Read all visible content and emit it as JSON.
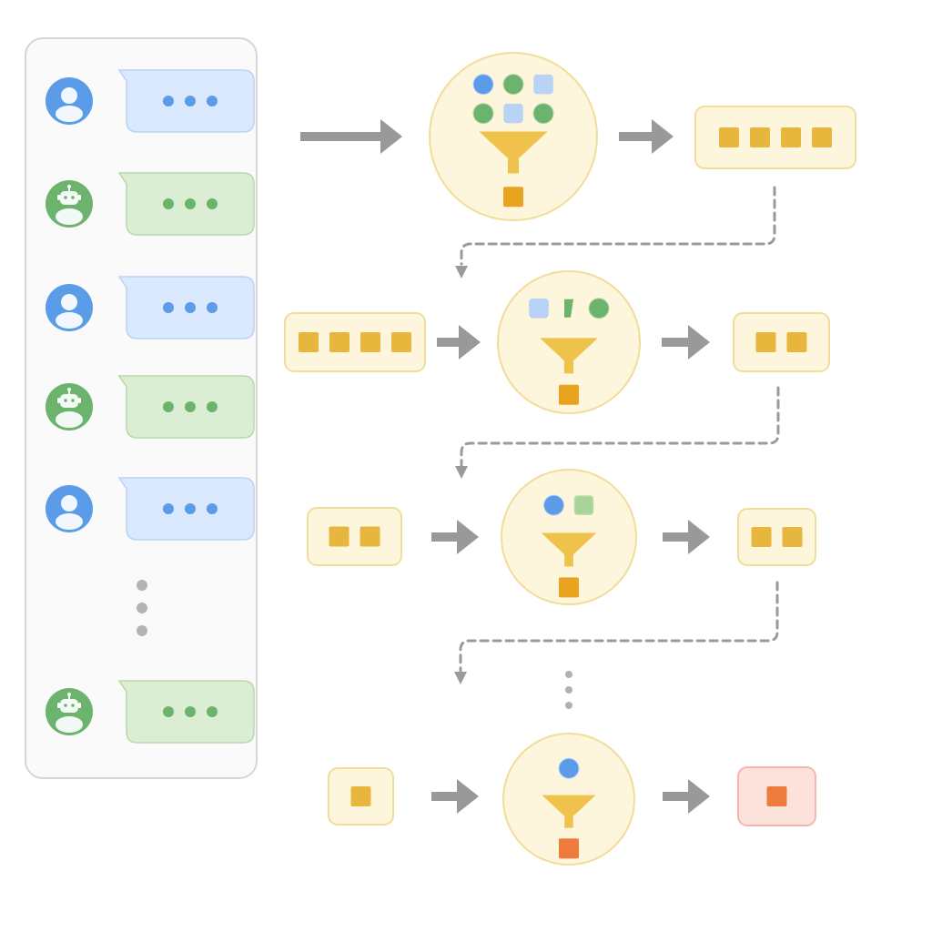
{
  "colors": {
    "user_fill": "#5b9ce8",
    "user_light": "#dbe9ff",
    "user_border": "#b9d2f5",
    "assistant_fill": "#6cb46e",
    "assistant_light": "#dbeed3",
    "assistant_border": "#b7d9ab",
    "panel_bg": "#fafafa",
    "panel_border": "#d6d6d6",
    "filter_bg": "#fdf5dc",
    "filter_border": "#f1dd9a",
    "funnel": "#efc24c",
    "token": "#e6b73c",
    "token_out": "#e8a420",
    "final_token": "#ee7a3e",
    "final_bg": "#fde2dc",
    "final_border": "#f2b7aa",
    "arrow": "#999999",
    "dashed": "#9a9a9a"
  },
  "conversation": [
    {
      "role": "user",
      "avatar_icon": "user-icon"
    },
    {
      "role": "assistant",
      "avatar_icon": "robot-icon"
    },
    {
      "role": "user",
      "avatar_icon": "user-icon"
    },
    {
      "role": "assistant",
      "avatar_icon": "robot-icon"
    },
    {
      "role": "user",
      "avatar_icon": "user-icon"
    },
    {
      "role": "ellipsis"
    },
    {
      "role": "assistant",
      "avatar_icon": "robot-icon"
    }
  ],
  "stages": [
    {
      "input_tokens": 0,
      "filter_shapes": [
        "blue-circle",
        "green-circle",
        "blue-square",
        "green-circle",
        "blue-square",
        "green-circle"
      ],
      "output_tokens": 4
    },
    {
      "input_tokens": 4,
      "filter_shapes": [
        "blue-square",
        "green-shape",
        "green-circle"
      ],
      "output_tokens": 2
    },
    {
      "input_tokens": 2,
      "filter_shapes": [
        "blue-circle",
        "green-square"
      ],
      "output_tokens": 2
    },
    {
      "input_tokens": 1,
      "filter_shapes": [
        "blue-circle"
      ],
      "output_tokens": 1,
      "final": true
    }
  ]
}
